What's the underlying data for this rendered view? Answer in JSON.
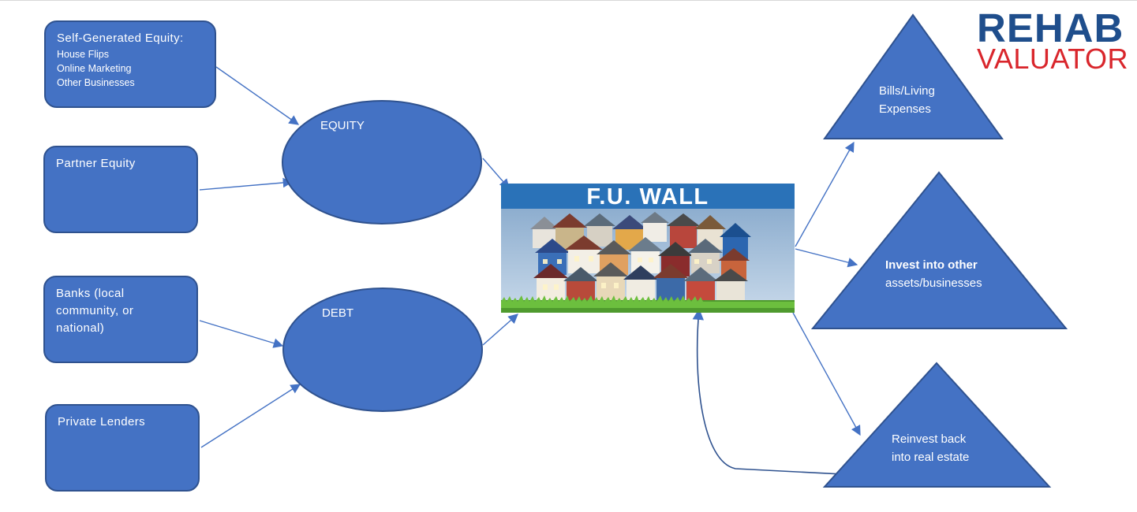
{
  "logo": {
    "line1": "REHAB",
    "line2": "VALUATOR"
  },
  "sources": {
    "self_generated": {
      "title": "Self-Generated Equity:",
      "items": [
        "House Flips",
        "Online Marketing",
        "Other Businesses"
      ]
    },
    "partner": {
      "title": "Partner Equity"
    },
    "banks": {
      "line1": "Banks (local",
      "line2": "community, or",
      "line3": "national)"
    },
    "private": {
      "title": "Private Lenders"
    }
  },
  "ovals": {
    "equity": "EQUITY",
    "debt": "DEBT"
  },
  "wall": {
    "title": "F.U. WALL"
  },
  "outcomes": {
    "bills": {
      "line1": "Bills/Living",
      "line2": "Expenses"
    },
    "invest": {
      "line1": "Invest into other",
      "line2": "assets/businesses"
    },
    "reinvest": {
      "line1": "Reinvest back",
      "line2": "into real estate"
    }
  },
  "colors": {
    "shape_fill": "#4472c4",
    "shape_border": "#2f528f",
    "logo_blue": "#1f4e8c",
    "logo_red": "#d9262c"
  }
}
